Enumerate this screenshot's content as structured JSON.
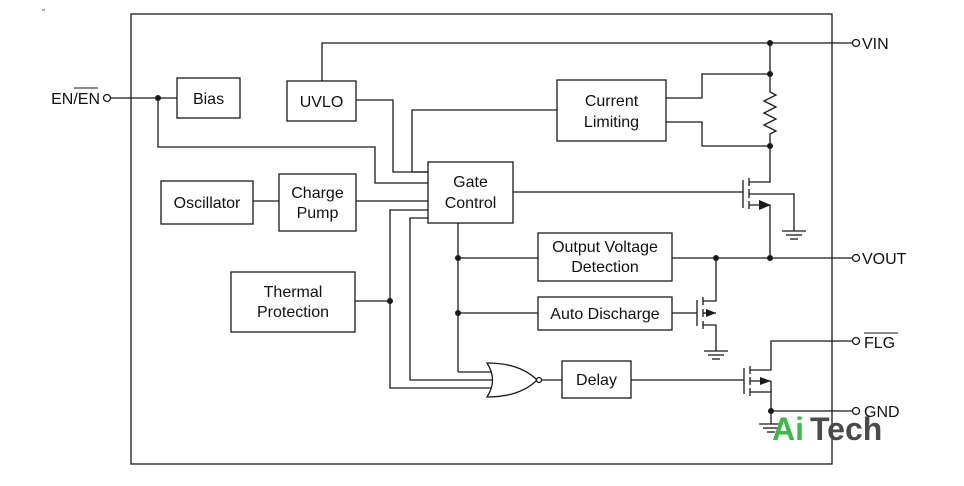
{
  "blocks": {
    "bias": "Bias",
    "uvlo": "UVLO",
    "current_limiting": [
      "Current",
      "Limiting"
    ],
    "oscillator": "Oscillator",
    "charge_pump": [
      "Charge",
      "Pump"
    ],
    "gate_control": [
      "Gate",
      "Control"
    ],
    "output_voltage_detection": [
      "Output Voltage",
      "Detection"
    ],
    "thermal_protection": [
      "Thermal",
      "Protection"
    ],
    "auto_discharge": "Auto Discharge",
    "delay": "Delay"
  },
  "pins": {
    "en": "EN/EN",
    "vin": "VIN",
    "vout": "VOUT",
    "flg": "FLG",
    "gnd": "GND"
  },
  "watermark": {
    "part1": "Ai",
    "part2": "Tech"
  }
}
